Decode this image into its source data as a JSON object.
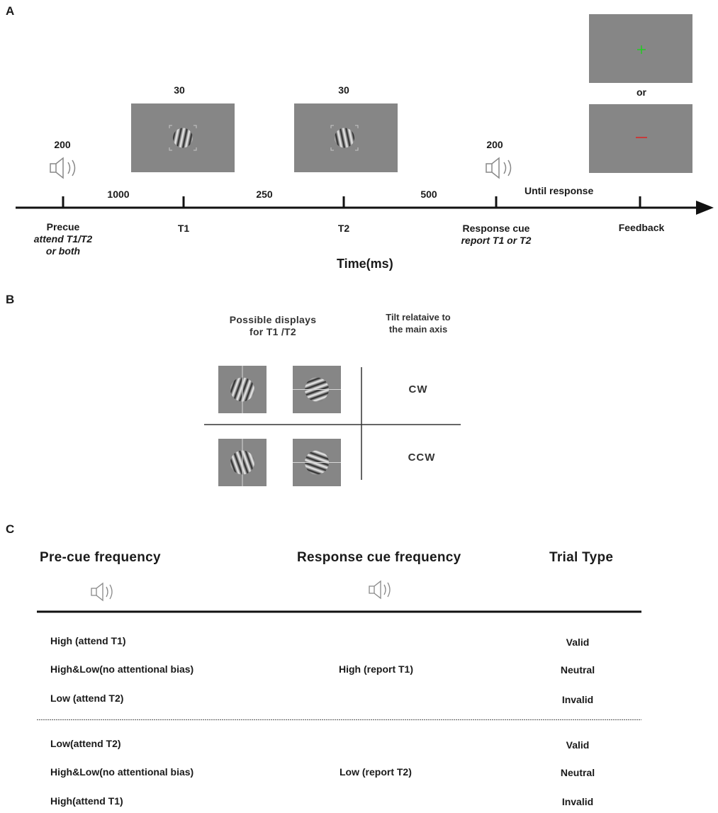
{
  "panel_a": {
    "letter": "A",
    "durations": {
      "precue_tone": "200",
      "t1_display": "30",
      "t2_display": "30",
      "response_tone": "200",
      "precue_to_t1": "1000",
      "t1_to_t2": "250",
      "t2_to_response": "500",
      "until_response": "Until response"
    },
    "feedback_or": "or",
    "events": {
      "precue_title": "Precue",
      "precue_line1": "attend T1/T2",
      "precue_line2": "or both",
      "t1": "T1",
      "t2": "T2",
      "response_title": "Response cue",
      "response_line": "report T1 or T2",
      "feedback": "Feedback"
    },
    "axis_label": "Time(ms)",
    "feedback_colors": {
      "correct": "#22cc22",
      "incorrect": "#dd2222"
    }
  },
  "panel_b": {
    "letter": "B",
    "col1_line1": "Possible displays",
    "col1_line2": "for T1 /T2",
    "col2_line1": "Tilt relataive to",
    "col2_line2": "the main axis",
    "row1": "CW",
    "row2": "CCW"
  },
  "panel_c": {
    "letter": "C",
    "headers": {
      "precue": "Pre-cue frequency",
      "response": "Response cue frequency",
      "trial_type": "Trial Type"
    },
    "groups": [
      {
        "response_cue": "High (report  T1)",
        "rows": [
          {
            "precue": "High (attend T1)",
            "trial_type": "Valid"
          },
          {
            "precue": "High&Low(no attentional bias)",
            "trial_type": "Neutral"
          },
          {
            "precue": "Low (attend T2)",
            "trial_type": "Invalid"
          }
        ]
      },
      {
        "response_cue": "Low (report  T2)",
        "rows": [
          {
            "precue": "Low(attend T2)",
            "trial_type": "Valid"
          },
          {
            "precue": "High&Low(no attentional bias)",
            "trial_type": "Neutral"
          },
          {
            "precue": "High(attend T1)",
            "trial_type": "Invalid"
          }
        ]
      }
    ]
  }
}
